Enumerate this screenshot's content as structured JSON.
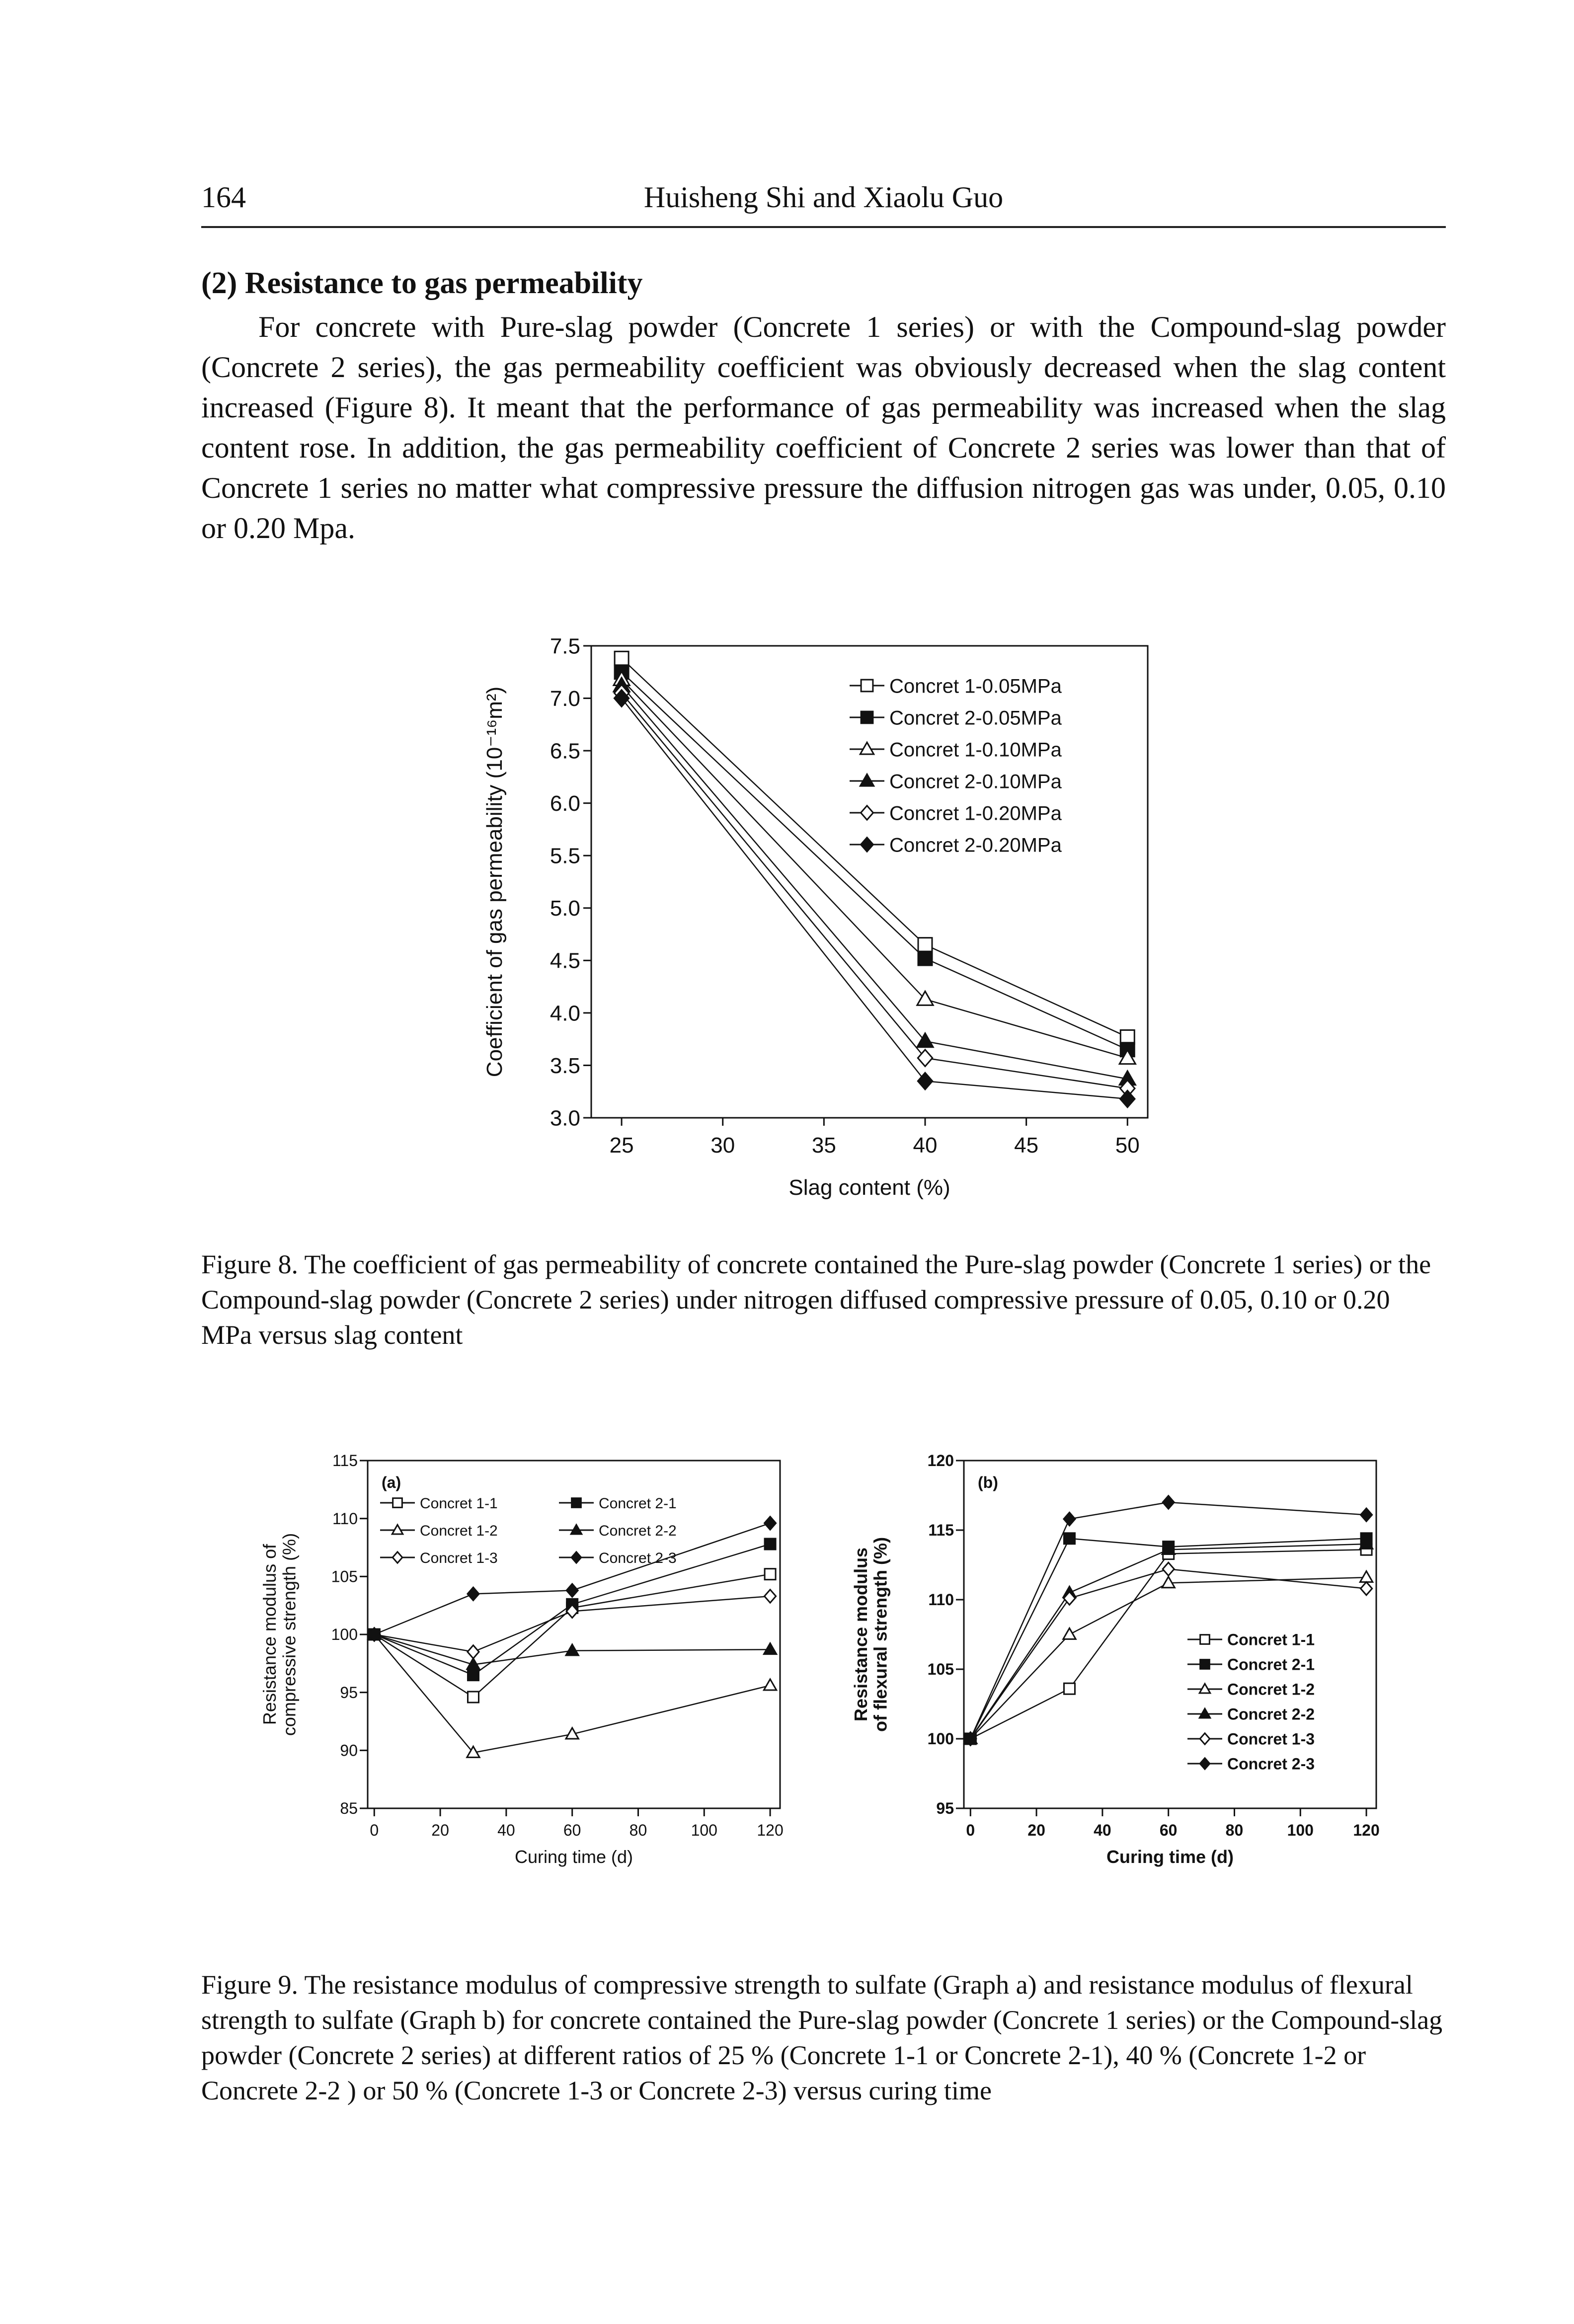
{
  "header": {
    "page_number": "164",
    "running_title": "Huisheng Shi and Xiaolu Guo"
  },
  "section": {
    "heading": "(2) Resistance to gas permeability",
    "paragraph": "For concrete with Pure-slag powder (Concrete 1 series) or with the Compound-slag powder (Concrete 2 series), the gas permeability coefficient was obviously decreased when the slag content increased (Figure 8). It meant that the performance of gas permeability was increased when the slag content rose. In addition, the gas permeability coefficient of Concrete 2 series was lower than that of Concrete 1 series no matter what compressive pressure the diffusion nitrogen gas was under, 0.05, 0.10 or 0.20 Mpa."
  },
  "figure8": {
    "caption": "Figure 8. The coefficient of gas permeability of concrete contained the Pure-slag powder (Concrete 1 series) or the Compound-slag powder (Concrete 2 series) under nitrogen diffused compressive pressure of 0.05, 0.10 or 0.20 MPa versus slag content"
  },
  "figure9": {
    "caption": "Figure 9. The resistance modulus of compressive strength to sulfate (Graph a) and resistance modulus of flexural strength to sulfate (Graph b) for concrete contained the Pure-slag powder (Concrete 1 series) or the Compound-slag powder (Concrete 2 series) at different ratios of 25 % (Concrete 1-1 or Concrete 2-1), 40 % (Concrete 1-2 or Concrete 2-2 ) or 50 % (Concrete 1-3 or Concrete 2-3) versus curing time"
  },
  "chart_data": [
    {
      "id": "fig8",
      "type": "line",
      "xlabel": "Slag content (%)",
      "ylabel": "Coefficient of gas permeability (10⁻¹⁶m²)",
      "x": [
        25,
        40,
        50
      ],
      "xticks": [
        "25",
        "30",
        "35",
        "40",
        "45",
        "50"
      ],
      "xtick_values": [
        25,
        30,
        35,
        40,
        45,
        50
      ],
      "yticks": [
        "3.0",
        "3.5",
        "4.0",
        "4.5",
        "5.0",
        "5.5",
        "6.0",
        "6.5",
        "7.0",
        "7.5"
      ],
      "ytick_values": [
        3.0,
        3.5,
        4.0,
        4.5,
        5.0,
        5.5,
        6.0,
        6.5,
        7.0,
        7.5
      ],
      "xlim": [
        23.5,
        51
      ],
      "ylim": [
        3.0,
        7.5
      ],
      "legend_position": "top-right",
      "series": [
        {
          "name": "Concret 1-0.05MPa",
          "marker": "square-open",
          "values": [
            7.38,
            4.65,
            3.77
          ]
        },
        {
          "name": "Concret 2-0.05MPa",
          "marker": "square-filled",
          "values": [
            7.25,
            4.52,
            3.65
          ]
        },
        {
          "name": "Concret 1-0.10MPa",
          "marker": "triangle-open",
          "values": [
            7.18,
            4.13,
            3.57
          ]
        },
        {
          "name": "Concret 2-0.10MPa",
          "marker": "triangle-filled",
          "values": [
            7.12,
            3.73,
            3.37
          ]
        },
        {
          "name": "Concret 1-0.20MPa",
          "marker": "diamond-open",
          "values": [
            7.05,
            3.57,
            3.28
          ]
        },
        {
          "name": "Concret 2-0.20MPa",
          "marker": "diamond-filled",
          "values": [
            7.0,
            3.35,
            3.18
          ]
        }
      ]
    },
    {
      "id": "fig9a",
      "type": "line",
      "panel_label": "(a)",
      "xlabel": "Curing time (d)",
      "ylabel_lines": [
        "Resistance modulus of",
        "compressive strength (%)"
      ],
      "x": [
        0,
        30,
        60,
        120
      ],
      "xticks": [
        "0",
        "20",
        "40",
        "60",
        "80",
        "100",
        "120"
      ],
      "xtick_values": [
        0,
        20,
        40,
        60,
        80,
        100,
        120
      ],
      "yticks": [
        "85",
        "90",
        "95",
        "100",
        "105",
        "110",
        "115"
      ],
      "ytick_values": [
        85,
        90,
        95,
        100,
        105,
        110,
        115
      ],
      "xlim": [
        -2,
        123
      ],
      "ylim": [
        85,
        115
      ],
      "legend_position": "top-left",
      "legend_columns": 2,
      "series": [
        {
          "name": "Concret 1-1",
          "marker": "square-open",
          "values": [
            100,
            94.6,
            102.3,
            105.2
          ]
        },
        {
          "name": "Concret 2-1",
          "marker": "square-filled",
          "values": [
            100,
            96.5,
            102.6,
            107.8
          ]
        },
        {
          "name": "Concret 1-2",
          "marker": "triangle-open",
          "values": [
            100,
            89.8,
            91.4,
            95.6
          ]
        },
        {
          "name": "Concret 2-2",
          "marker": "triangle-filled",
          "values": [
            100,
            97.4,
            98.6,
            98.7
          ]
        },
        {
          "name": "Concret 1-3",
          "marker": "diamond-open",
          "values": [
            100,
            98.5,
            102.0,
            103.3
          ]
        },
        {
          "name": "Concret 2-3",
          "marker": "diamond-filled",
          "values": [
            100,
            103.5,
            103.8,
            109.6
          ]
        }
      ]
    },
    {
      "id": "fig9b",
      "type": "line",
      "panel_label": "(b)",
      "xlabel": "Curing time (d)",
      "ylabel_lines": [
        "Resistance modulus",
        "of flexural strength (%)"
      ],
      "x": [
        0,
        30,
        60,
        120
      ],
      "xticks": [
        "0",
        "20",
        "40",
        "60",
        "80",
        "100",
        "120"
      ],
      "xtick_values": [
        0,
        20,
        40,
        60,
        80,
        100,
        120
      ],
      "yticks": [
        "95",
        "100",
        "105",
        "110",
        "115",
        "120"
      ],
      "ytick_values": [
        95,
        100,
        105,
        110,
        115,
        120
      ],
      "xlim": [
        -2,
        123
      ],
      "ylim": [
        95,
        120
      ],
      "legend_position": "right",
      "series": [
        {
          "name": "Concret 1-1",
          "marker": "square-open",
          "values": [
            100,
            103.6,
            113.3,
            113.6
          ]
        },
        {
          "name": "Concret 2-1",
          "marker": "square-filled",
          "values": [
            100,
            114.4,
            113.8,
            114.4
          ]
        },
        {
          "name": "Concret 1-2",
          "marker": "triangle-open",
          "values": [
            100,
            107.5,
            111.2,
            111.6
          ]
        },
        {
          "name": "Concret 2-2",
          "marker": "triangle-filled",
          "values": [
            100,
            110.5,
            113.6,
            114.0
          ]
        },
        {
          "name": "Concret 1-3",
          "marker": "diamond-open",
          "values": [
            100,
            110.1,
            112.2,
            110.8
          ]
        },
        {
          "name": "Concret 2-3",
          "marker": "diamond-filled",
          "values": [
            100,
            115.8,
            117.0,
            116.1
          ]
        }
      ]
    }
  ]
}
